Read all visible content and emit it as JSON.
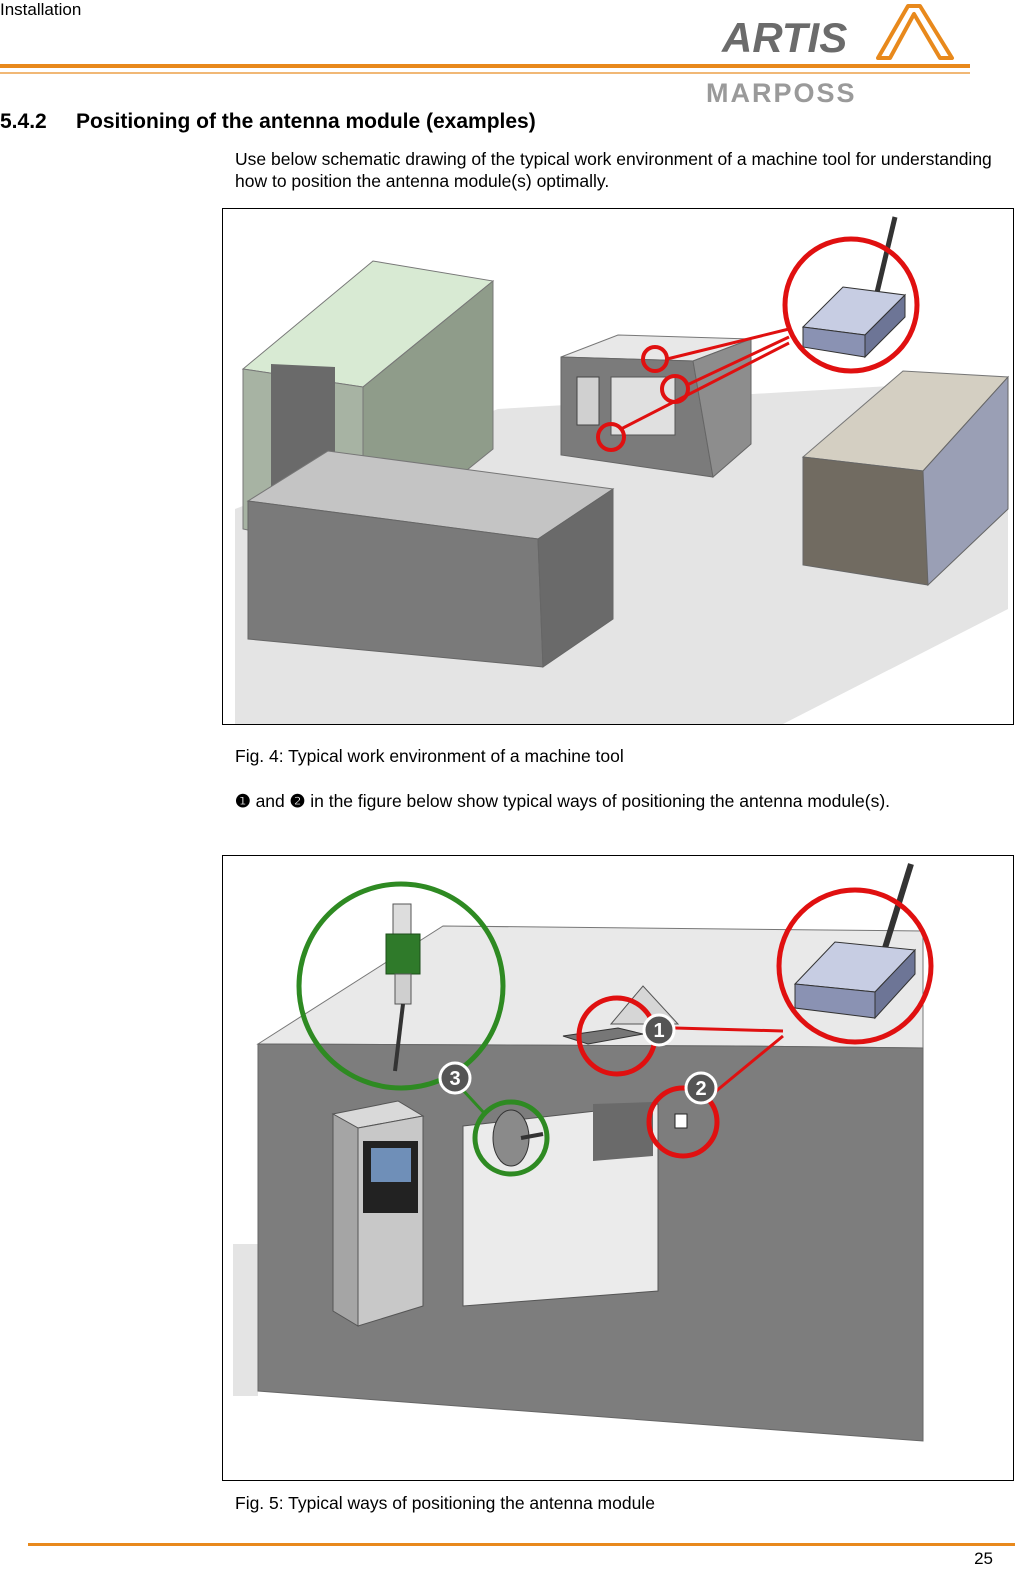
{
  "header": {
    "section": "Installation",
    "logo_text": "ARTIS",
    "logo_subtext": "MARPOSS"
  },
  "heading": {
    "number": "5.4.2",
    "title": "Positioning of the antenna module (examples)"
  },
  "intro_text": "Use below schematic drawing of the typical work environment of a machine tool for understanding how to position the antenna module(s) optimally.",
  "figure1": {
    "caption": "Fig. 4: Typical work environment of a machine tool"
  },
  "paragraph2": {
    "bullet1": "❶",
    "and": "and",
    "bullet2": "❷",
    "text": "in the figure below show typical ways of positioning the antenna module(s)."
  },
  "figure2": {
    "caption": "Fig. 5: Typical ways of positioning the antenna module",
    "markers": [
      "1",
      "2",
      "3"
    ]
  },
  "footer": {
    "page_number": "25"
  },
  "colors": {
    "accent": "#e8891c",
    "logo_gray": "#6b6b6b",
    "highlight_red": "#e01010",
    "highlight_green": "#2e8a22"
  }
}
